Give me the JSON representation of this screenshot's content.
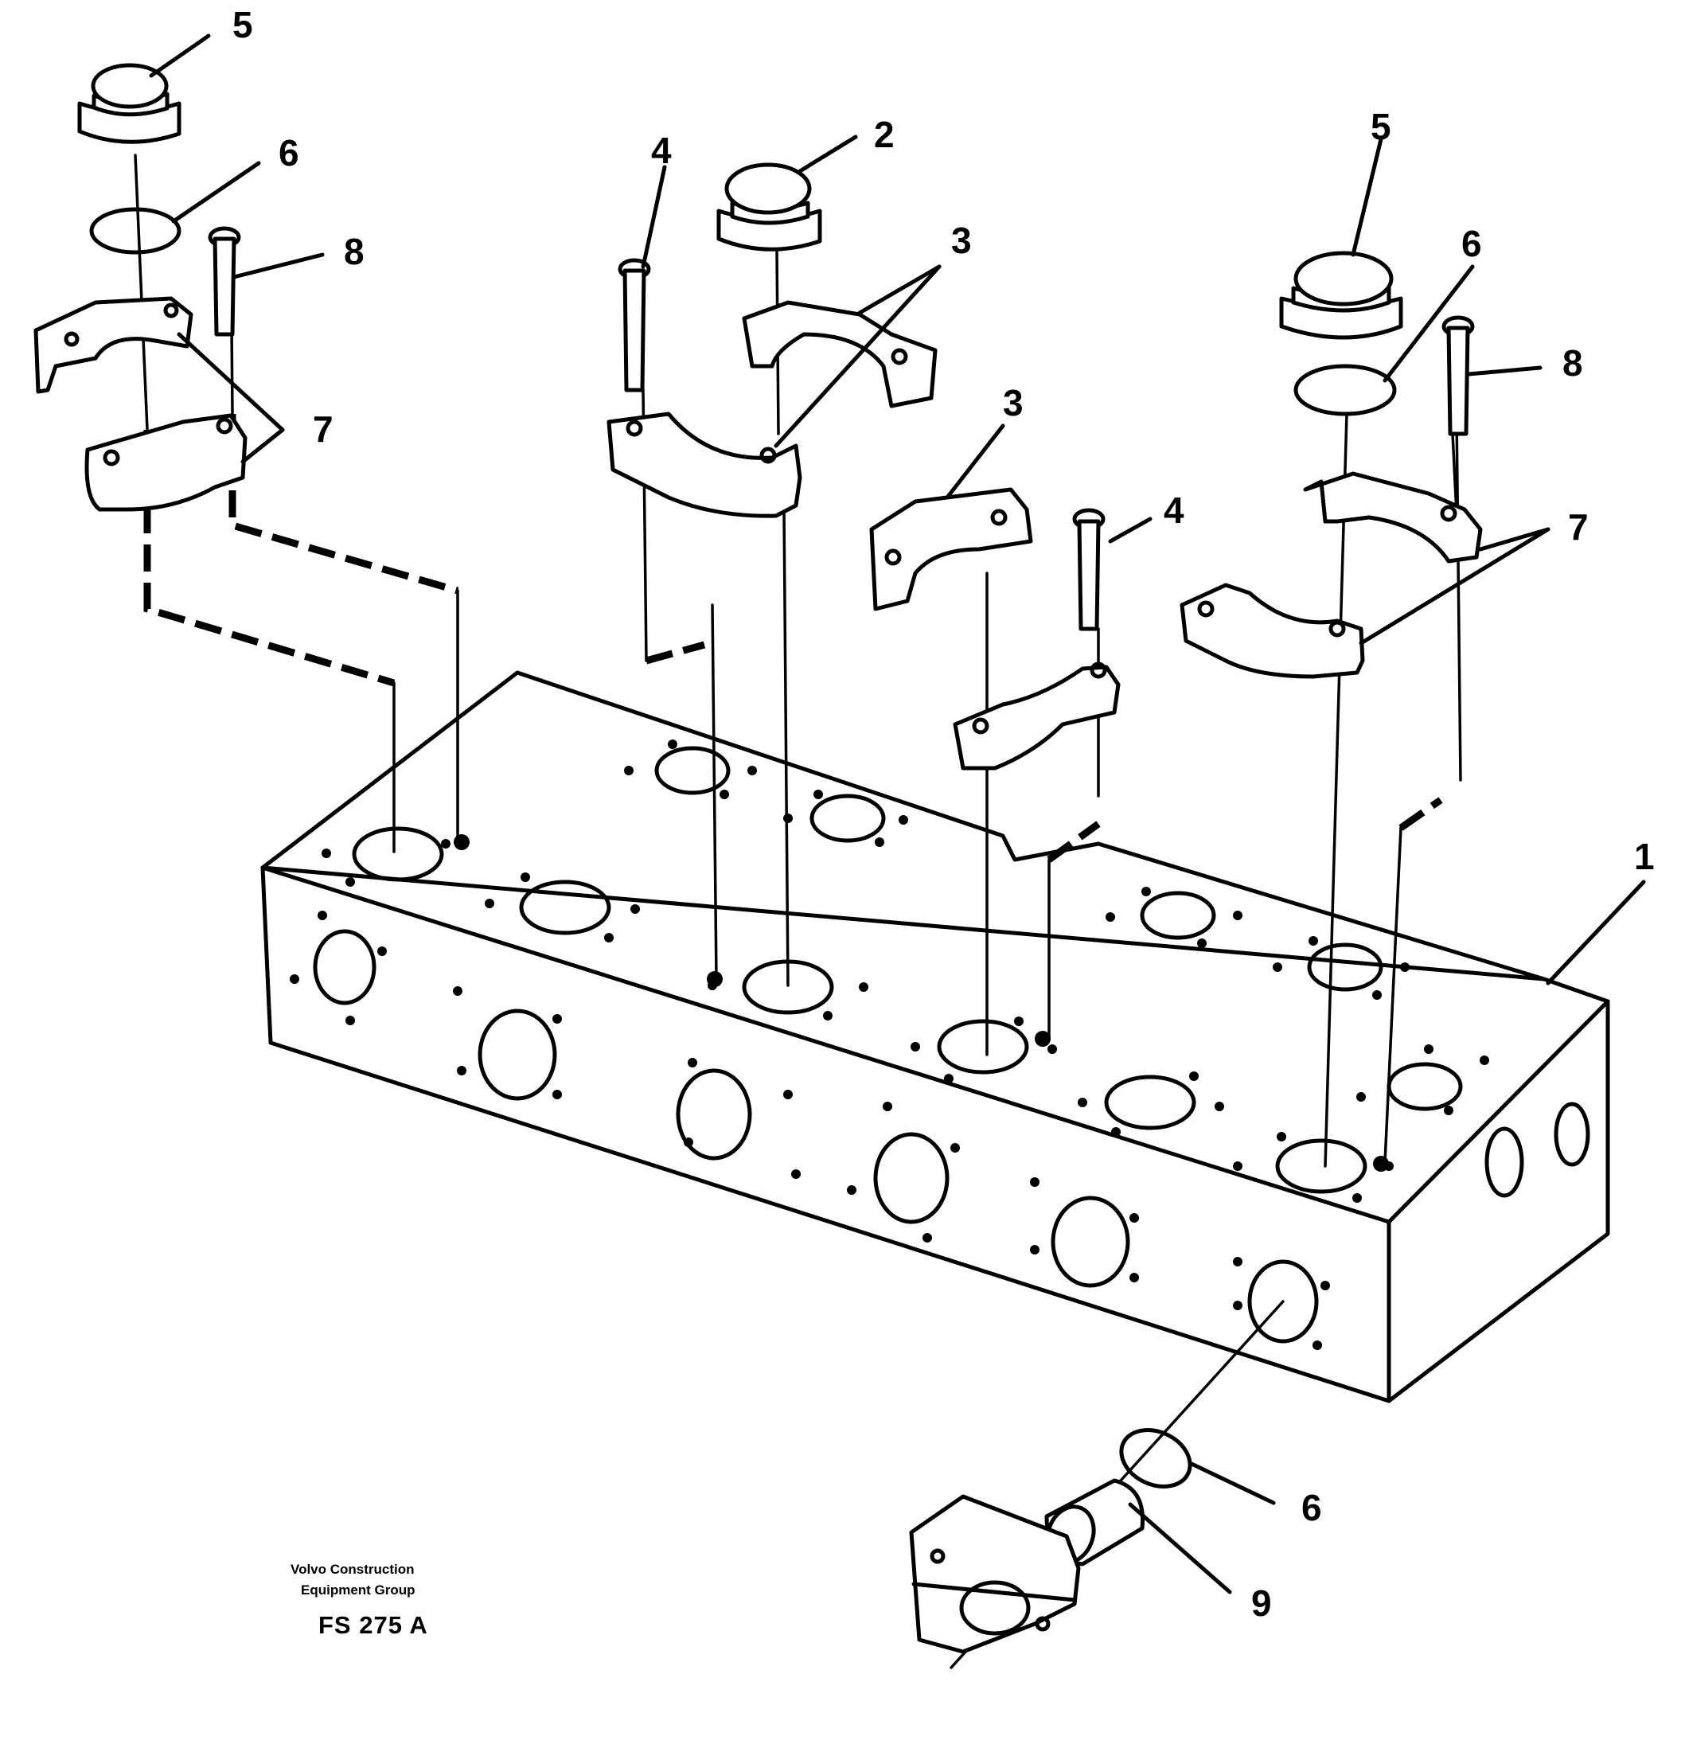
{
  "credit": {
    "line1": "Volvo Construction",
    "line2": "Equipment Group"
  },
  "figure_code": "FS 275 A",
  "callouts": [
    {
      "id": "c5a",
      "label": "5"
    },
    {
      "id": "c6a",
      "label": "6"
    },
    {
      "id": "c8a",
      "label": "8"
    },
    {
      "id": "c7a",
      "label": "7"
    },
    {
      "id": "c4a",
      "label": "4"
    },
    {
      "id": "c2",
      "label": "2"
    },
    {
      "id": "c3a",
      "label": "3"
    },
    {
      "id": "c3b",
      "label": "3"
    },
    {
      "id": "c4b",
      "label": "4"
    },
    {
      "id": "c5b",
      "label": "5"
    },
    {
      "id": "c6b",
      "label": "6"
    },
    {
      "id": "c8b",
      "label": "8"
    },
    {
      "id": "c7b",
      "label": "7"
    },
    {
      "id": "c1",
      "label": "1"
    },
    {
      "id": "c6c",
      "label": "6"
    },
    {
      "id": "c9",
      "label": "9"
    }
  ]
}
